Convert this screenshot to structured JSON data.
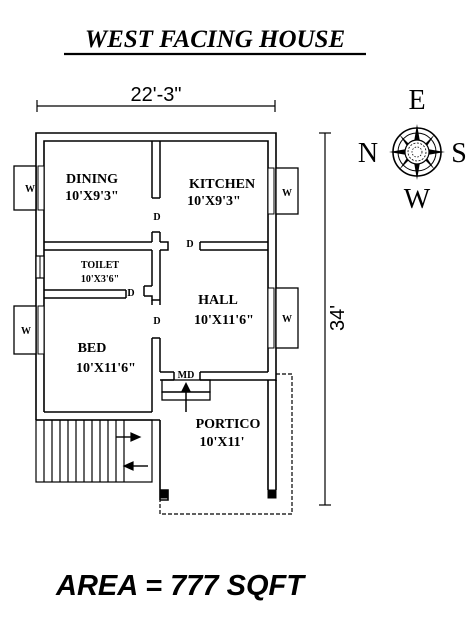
{
  "title": "WEST FACING HOUSE",
  "area": "AREA = 777 SQFT",
  "dimensions": {
    "width": "22'-3\"",
    "depth": "34'"
  },
  "rooms": {
    "dining": {
      "name": "DINING",
      "size": "10'X9'3\""
    },
    "kitchen": {
      "name": "KITCHEN",
      "size": "10'X9'3\""
    },
    "toilet": {
      "name": "TOILET",
      "size": "10'X3'6\""
    },
    "hall": {
      "name": "HALL",
      "size": "10'X11'6\""
    },
    "bed": {
      "name": "BED",
      "size": "10'X11'6\""
    },
    "portico": {
      "name": "PORTICO",
      "size": "10'X11'"
    }
  },
  "marks": {
    "door": "D",
    "window": "W",
    "main_door": "MD"
  },
  "compass": {
    "north": "N",
    "south": "S",
    "east": "E",
    "west": "W"
  },
  "colors": {
    "ink": "#000000",
    "background": "#ffffff"
  }
}
